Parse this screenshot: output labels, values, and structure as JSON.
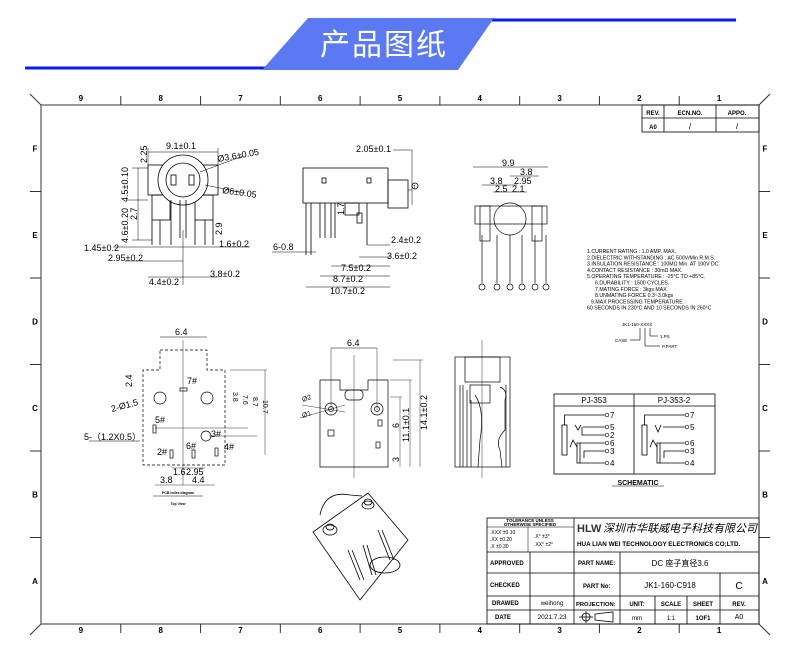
{
  "header": {
    "title": "产品图纸",
    "accent_color": "#5b79f2",
    "line_color": "#0a1ce6"
  },
  "frame": {
    "columns": [
      "9",
      "8",
      "7",
      "6",
      "5",
      "4",
      "3",
      "2",
      "1"
    ],
    "rows": [
      "F",
      "E",
      "D",
      "C",
      "B",
      "A"
    ]
  },
  "revision_table": {
    "headers": [
      "REV.",
      "ECN.NO.",
      "APPO."
    ],
    "row": [
      "A0",
      "/",
      "/"
    ]
  },
  "front_view": {
    "dims": [
      "9.1±0.1",
      "2.25",
      "Ø3.6±0.05",
      "Ø6±0.05",
      "4.5±0.10",
      "4.6±0.20",
      "2.7",
      "2.9",
      "1.45±0.2",
      "1.6±0.2",
      "2.95±0.2",
      "4.4±0.2",
      "3.8±0.2"
    ]
  },
  "side_view": {
    "dims": [
      "2.05±0.1",
      "1.7",
      "6-0.8",
      "2.4±0.2",
      "3.6±0.2",
      "7.5±0.2",
      "8.7±0.2",
      "10.7±0.2"
    ],
    "marker": "1"
  },
  "rear_view": {
    "dims": [
      "9.9",
      "3.8",
      "3.8",
      "2.95",
      "2.5",
      "2.1"
    ]
  },
  "pcb_layout": {
    "dims": [
      "6.4",
      "2.4",
      "2-Ø1.5",
      "5-（1.2X0.5）",
      "3.8",
      "7.6",
      "8.7",
      "10.7",
      "1.6",
      "2.95",
      "3.8",
      "4.4"
    ],
    "pins": [
      "7#",
      "5#",
      "3#",
      "6#",
      "2#",
      "4#"
    ],
    "caption": "PCB holes diagram",
    "subcaption": "Top View"
  },
  "bottom_view": {
    "dims": [
      "6.4",
      "Ø2",
      "Ø1",
      "6",
      "3",
      "11.1±0.1",
      "14.1±0.2"
    ]
  },
  "specs": [
    "1.CURRENT RATING : 1.0 AMP. MAX.",
    "2.DIELECTRIC WITHSTANDING : AC 500V/Min R.M.S.",
    "3.INSULATION RESISTANCE : 100MΩ Min. AT 100V DC.",
    "4.CONTACT RESISTANCE : 30mΩ MAX.",
    "5.OPERATING TEMPERATURE : -25°C TO +85°C.",
    "6.DURABILITY : 1500 CYCLES.",
    "7.MATING FORCE : 3kgs MAX",
    "8.UNMATING FORCE 0.3~3.0kgs",
    "9.MAX PROCESSING TEMPERATURE :",
    "60 SECONDS IN 230°C AND 10 SECONDS IN 260°C"
  ],
  "part_code": {
    "code": "JK1-160-XXXX",
    "labels": [
      "1.PS",
      "CASE",
      "P.PART"
    ]
  },
  "schematic": {
    "title": "SCHEMATIC",
    "variants": [
      {
        "name": "PJ-353",
        "pins": [
          "7",
          "5",
          "2",
          "6",
          "3",
          "4"
        ]
      },
      {
        "name": "PJ-353-2",
        "pins": [
          "7",
          "5",
          "6",
          "3",
          "4"
        ]
      }
    ]
  },
  "title_block": {
    "tolerance_title": [
      "TOLERANCE UNLESS",
      "OTHERWISE SPECIFIED"
    ],
    "tolerances": [
      ".XXX ±0.10",
      ".XX ±0.20",
      ".X ±0.30"
    ],
    "angle_tolerances": [
      ".X° ±3°",
      ".XX° ±2°"
    ],
    "company_logo": "HLW",
    "company_cn": "深圳市华联威电子科技有限公司",
    "company_en": "HUA LIAN WEI TECHNOLOGY ELECTRONICS CO;LTD.",
    "approved_label": "APPROVED",
    "approved_value": "",
    "checked_label": "CHECKED",
    "checked_value": "",
    "drawed_label": "DRAWED",
    "drawed_value": "weihong",
    "date_label": "DATE",
    "date_value": "2021.7.23",
    "part_name_label": "PART NAME:",
    "part_name_value": "DC 座子直径3.6",
    "part_no_label": "PART No:",
    "part_no_value": "JK1-160-C918",
    "part_size": "C",
    "projection_label": "PROJECTION:",
    "unit_label": "UNIT:",
    "unit_value": "mm",
    "scale_label": "SCALE",
    "scale_value": "1:1",
    "sheet_label": "SHEET",
    "sheet_value": "1OF1",
    "rev_label": "REV.",
    "rev_value": "A0"
  }
}
